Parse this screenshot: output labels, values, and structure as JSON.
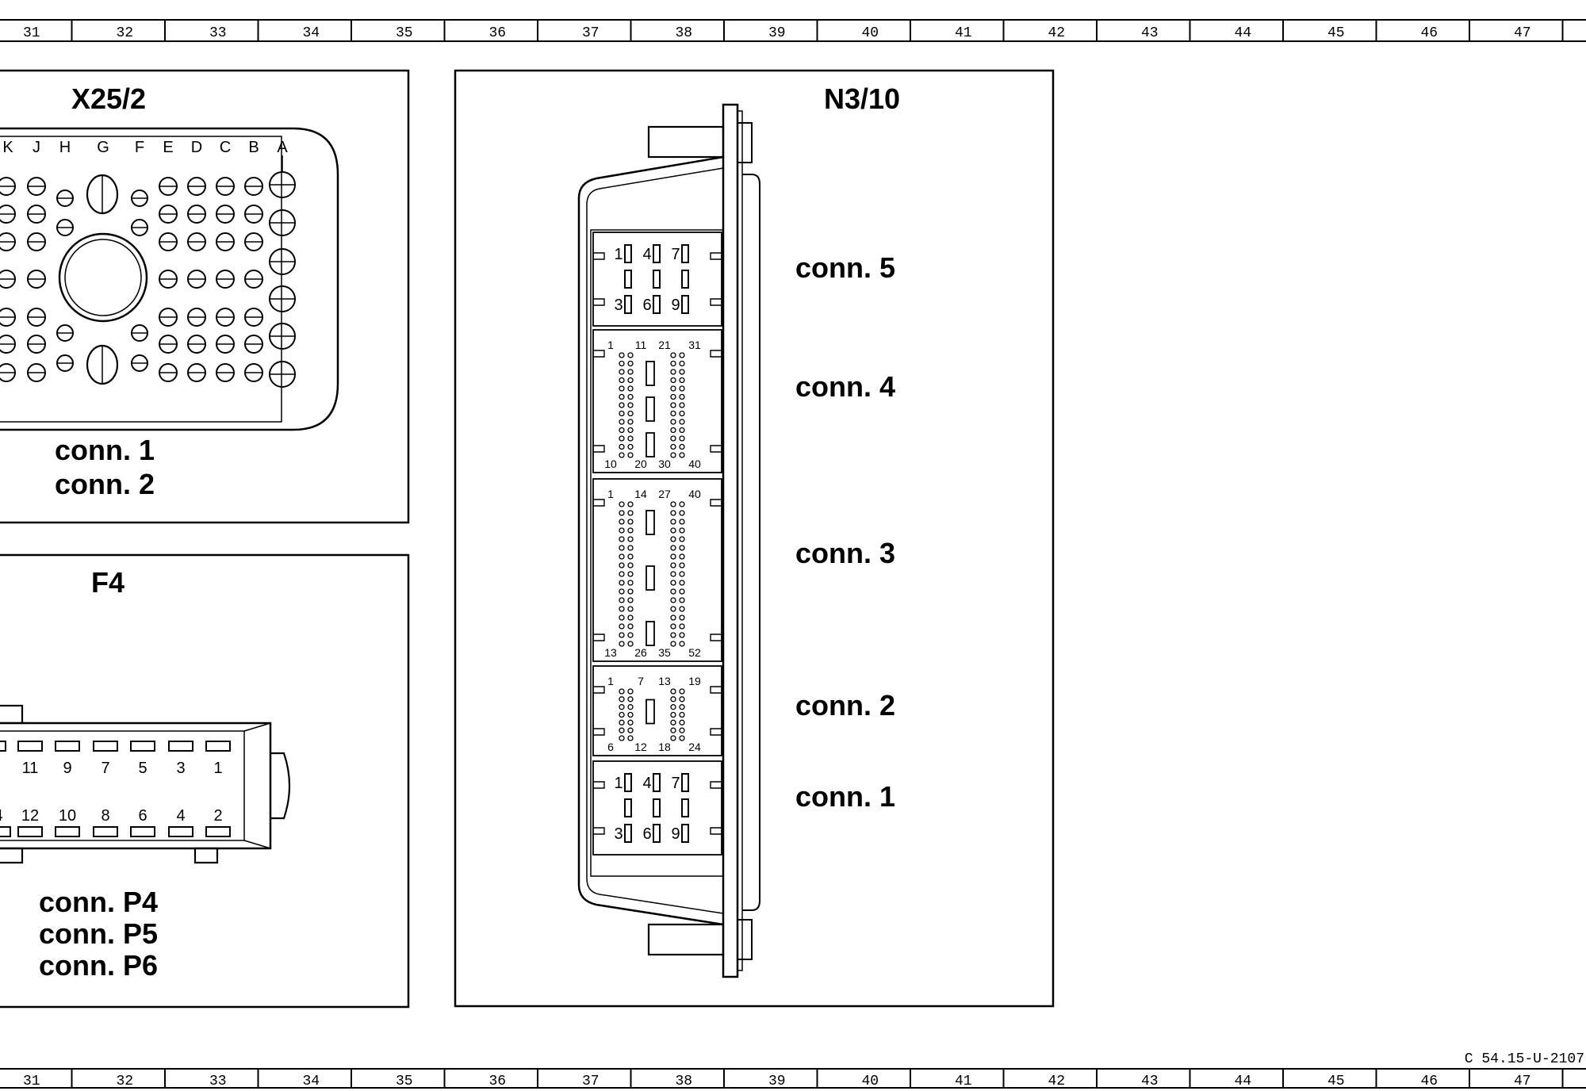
{
  "grid": {
    "columns": [
      "31",
      "32",
      "33",
      "34",
      "35",
      "36",
      "37",
      "38",
      "39",
      "40",
      "41",
      "42",
      "43",
      "44",
      "45",
      "46",
      "47"
    ]
  },
  "doc_code": "C 54.15-U-2107",
  "x25": {
    "title": "X25/2",
    "pin_letters": [
      "K",
      "J",
      "H",
      "G",
      "F",
      "E",
      "D",
      "C",
      "B",
      "A"
    ],
    "labels": [
      "conn. 1",
      "conn. 2"
    ]
  },
  "f4": {
    "title": "F4",
    "top_pins": [
      "11",
      "9",
      "7",
      "5",
      "3",
      "1"
    ],
    "bottom_pins": [
      "4",
      "12",
      "10",
      "8",
      "6",
      "4",
      "2"
    ],
    "labels": [
      "conn. P4",
      "conn. P5",
      "conn. P6"
    ]
  },
  "n3": {
    "title": "N3/10",
    "connectors": [
      {
        "label": "conn. 5",
        "pins": [
          "1",
          "4",
          "7",
          "3",
          "6",
          "9"
        ]
      },
      {
        "label": "conn. 4",
        "pins": [
          "1",
          "11",
          "21",
          "31",
          "10",
          "20",
          "30",
          "40"
        ]
      },
      {
        "label": "conn. 3",
        "pins": [
          "1",
          "14",
          "27",
          "40",
          "13",
          "26",
          "35",
          "52"
        ]
      },
      {
        "label": "conn. 2",
        "pins": [
          "1",
          "7",
          "13",
          "19",
          "6",
          "12",
          "18",
          "24"
        ]
      },
      {
        "label": "conn. 1",
        "pins": [
          "1",
          "4",
          "7",
          "3",
          "6",
          "9"
        ]
      }
    ]
  }
}
